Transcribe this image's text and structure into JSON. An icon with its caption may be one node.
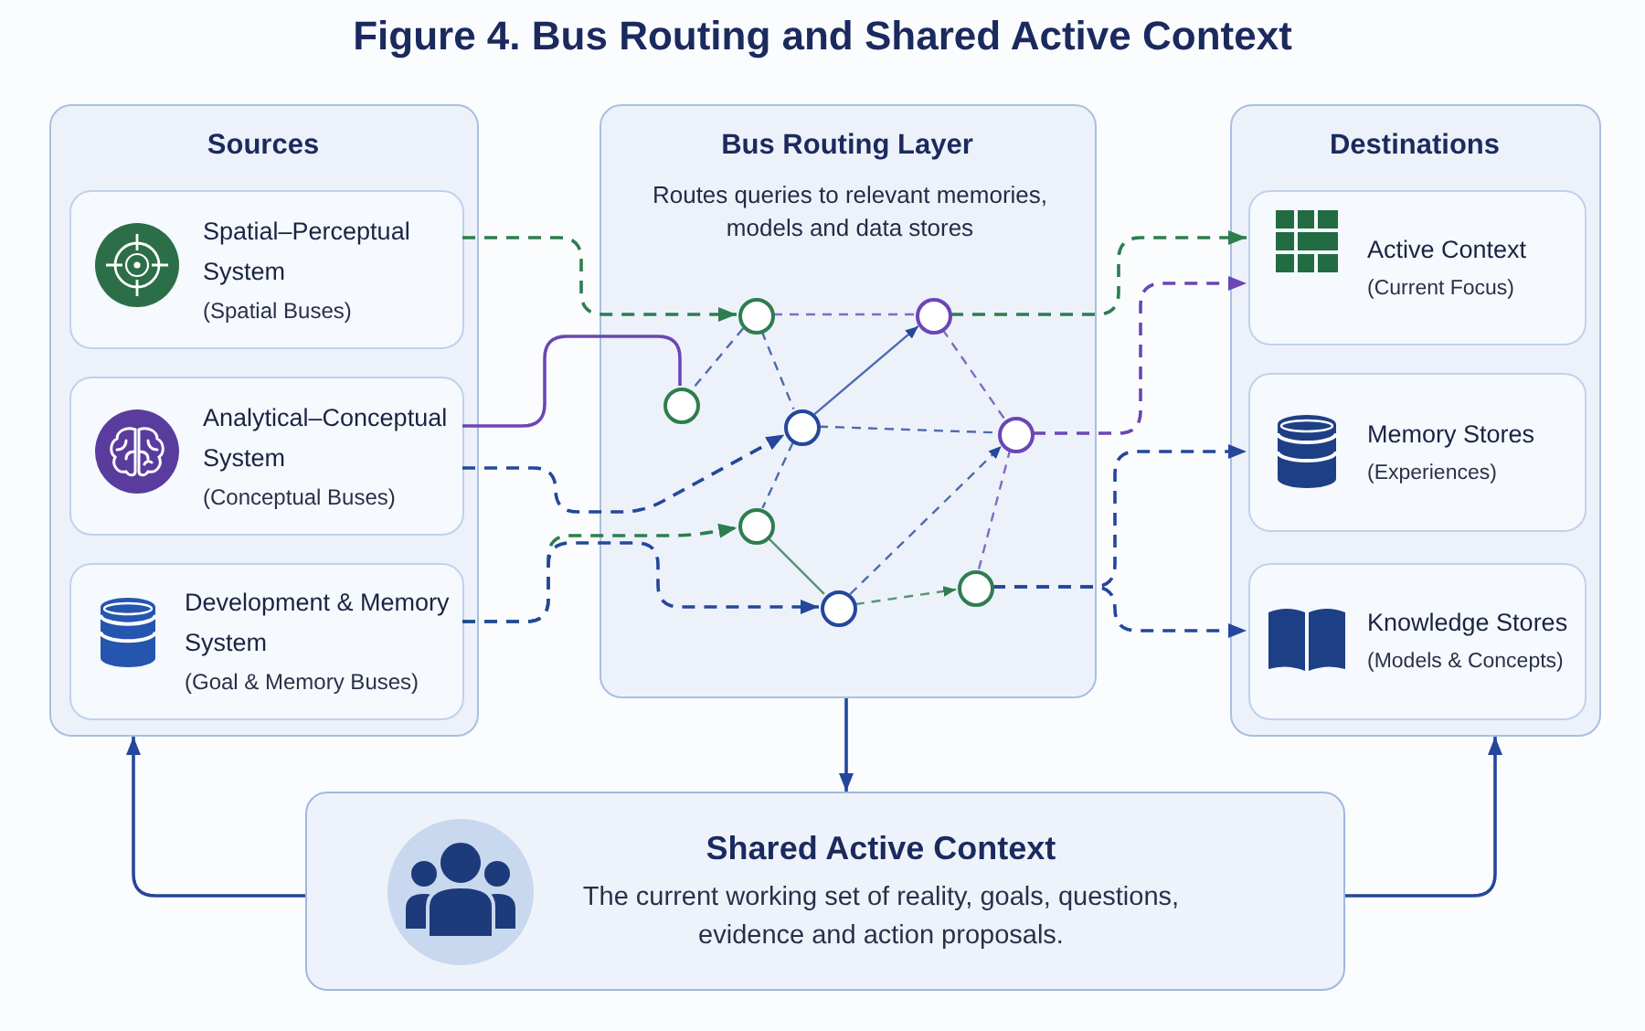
{
  "diagram": {
    "title": "Figure 4. Bus Routing and Shared Active Context",
    "nodes": [
      {
        "text": [
          "Sources"
        ]
      },
      {
        "text": [
          "Spatial–Perceptual System",
          "(Spatial Buses)"
        ],
        "in": 0
      },
      {
        "text": [
          "Analytical–Conceptual System",
          "(Conceptual Buses)"
        ],
        "in": 0
      },
      {
        "text": [
          "Development & Memory System",
          "(Goal & Memory Buses)"
        ],
        "in": 0
      },
      {
        "text": [
          "Bus Routing Layer",
          "Routes queries to relevant memories, models and data stores"
        ]
      },
      {
        "text": [],
        "shape": "circle",
        "in": 4
      },
      {
        "text": [],
        "shape": "circle",
        "in": 4
      },
      {
        "text": [],
        "shape": "circle",
        "in": 4
      },
      {
        "text": [],
        "shape": "circle",
        "in": 4
      },
      {
        "text": [],
        "shape": "circle",
        "in": 4
      },
      {
        "text": [],
        "shape": "circle",
        "in": 4
      },
      {
        "text": [],
        "shape": "circle",
        "in": 4
      },
      {
        "text": [],
        "shape": "circle",
        "in": 4
      },
      {
        "text": [
          "Destinations"
        ]
      },
      {
        "text": [
          "Active Context",
          "(Current Focus)"
        ],
        "in": 13
      },
      {
        "text": [
          "Memory Stores",
          "(Experiences)"
        ],
        "in": 13
      },
      {
        "text": [
          "Knowledge Stores",
          "(Models & Concepts)"
        ],
        "in": 13
      },
      {
        "text": [
          "Shared Active Context",
          "The current working set of reality, goals, questions, evidence and action proposals."
        ]
      }
    ],
    "edges": [
      {
        "from": 1,
        "to": 5,
        "arrow": "to",
        "style": "dashed",
        "color": "#2e7d4f"
      },
      {
        "from": 2,
        "to": 7,
        "arrow": "none",
        "color": "#6b46b5"
      },
      {
        "from": 2,
        "to": 8,
        "arrow": "to",
        "style": "dashed"
      },
      {
        "from": 3,
        "to": 10,
        "arrow": "to",
        "style": "dashed",
        "color": "#2e7d4f"
      },
      {
        "from": 3,
        "to": 11,
        "arrow": "to",
        "style": "dashed"
      },
      {
        "from": 5,
        "to": 7,
        "arrow": "none",
        "style": "dashed"
      },
      {
        "from": 5,
        "to": 6,
        "arrow": "none",
        "style": "dashed",
        "color": "#6b46b5"
      },
      {
        "from": 5,
        "to": 8,
        "arrow": "none",
        "style": "dashed"
      },
      {
        "from": 8,
        "to": 6,
        "arrow": "to"
      },
      {
        "from": 8,
        "to": 9,
        "arrow": "none",
        "style": "dashed"
      },
      {
        "from": 8,
        "to": 10,
        "arrow": "none",
        "style": "dashed"
      },
      {
        "from": 6,
        "to": 9,
        "arrow": "none",
        "style": "dashed",
        "color": "#6b46b5"
      },
      {
        "from": 10,
        "to": 11,
        "arrow": "none",
        "color": "#2e7d4f"
      },
      {
        "from": 11,
        "to": 9,
        "arrow": "to",
        "style": "dashed"
      },
      {
        "from": 11,
        "to": 12,
        "arrow": "to",
        "style": "dashed",
        "color": "#2e7d4f"
      },
      {
        "from": 12,
        "to": 9,
        "arrow": "none",
        "style": "dashed",
        "color": "#6b46b5"
      },
      {
        "from": 6,
        "to": 14,
        "arrow": "to",
        "style": "dashed",
        "color": "#2e7d4f"
      },
      {
        "from": 9,
        "to": 14,
        "arrow": "to",
        "style": "dashed",
        "color": "#6b46b5"
      },
      {
        "from": 12,
        "to": 15,
        "arrow": "to",
        "style": "dashed"
      },
      {
        "from": 12,
        "to": 16,
        "arrow": "to",
        "style": "dashed"
      },
      {
        "from": 4,
        "to": 17,
        "arrow": "to"
      },
      {
        "from": 17,
        "to": 0,
        "arrow": "to"
      },
      {
        "from": 17,
        "to": 13,
        "arrow": "to"
      }
    ]
  }
}
